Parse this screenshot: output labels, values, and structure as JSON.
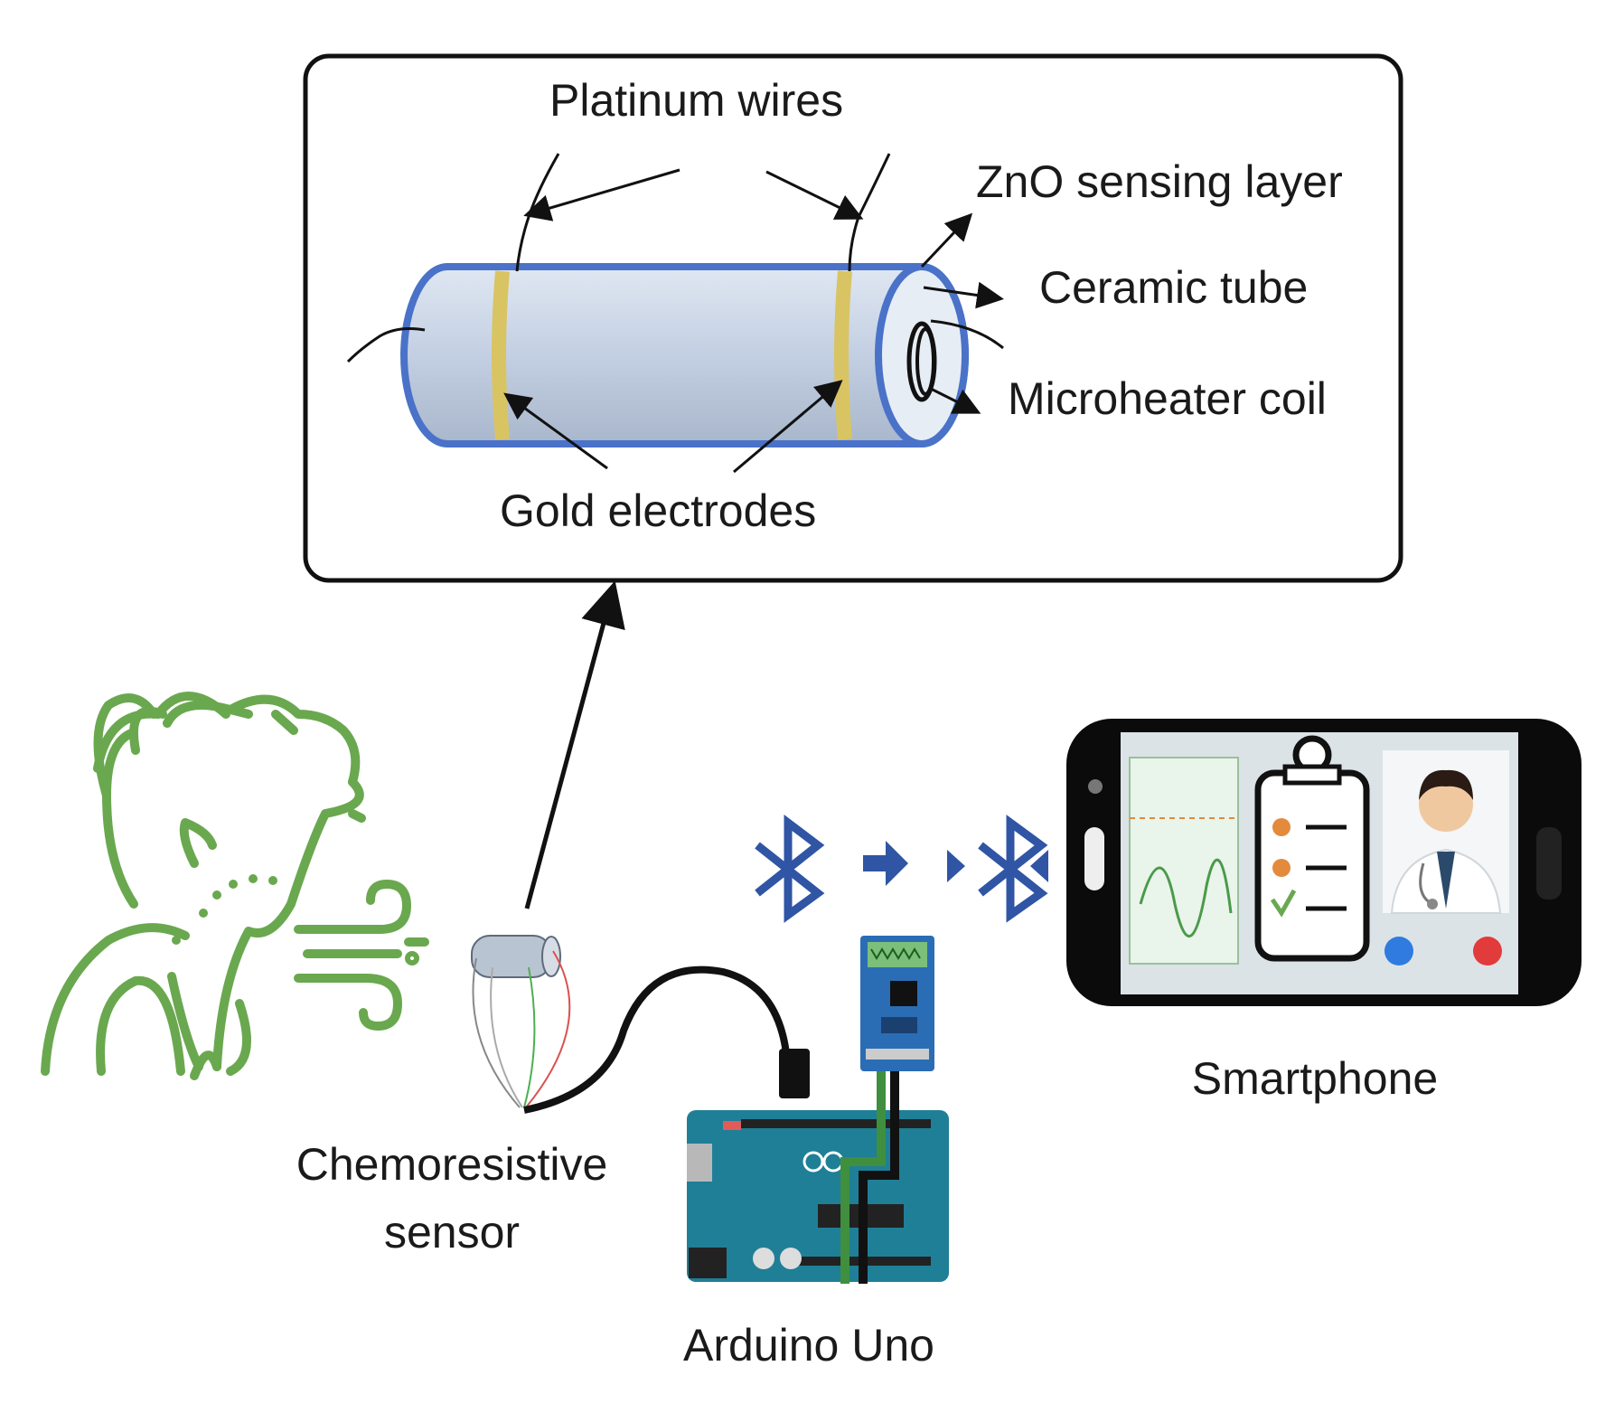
{
  "labels": {
    "platinum_wires": "Platinum wires",
    "zno_layer": "ZnO sensing layer",
    "ceramic_tube": "Ceramic tube",
    "microheater_coil": "Microheater coil",
    "gold_electrodes": "Gold electrodes",
    "sensor_line1": "Chemoresistive",
    "sensor_line2": "sensor",
    "arduino": "Arduino Uno",
    "smartphone": "Smartphone"
  },
  "colors": {
    "person": "#6aa84f",
    "bluetooth": "#2f55a4",
    "tube_body": "#c9d5e6",
    "tube_edge": "#4a72c8",
    "electrode": "#d9c463",
    "arduino": "#1f7f96",
    "module": "#2a6db5"
  }
}
